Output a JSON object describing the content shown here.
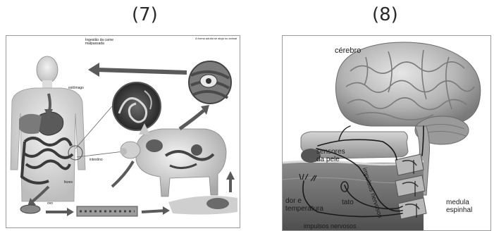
{
  "figures": [
    {
      "number": "(7)",
      "labels": {
        "ingestion": "Ingestão da carne malpassada",
        "animal": "A forma adulta se aloja no animal",
        "stomach": "estômago",
        "intestine": "intestino",
        "feces": "fezes",
        "egg": "ovo"
      }
    },
    {
      "number": "(8)",
      "labels": {
        "brain": "cérebro",
        "sensors": "sensores\nda pele",
        "nerve_impulses_top": "impulsos nervosos",
        "pain_temp": "dor e\ntemperatura",
        "touch": "tato",
        "spinal_cord": "medula\nespinhal",
        "nerve_impulses_bottom": "impulsos nervosos"
      }
    }
  ]
}
